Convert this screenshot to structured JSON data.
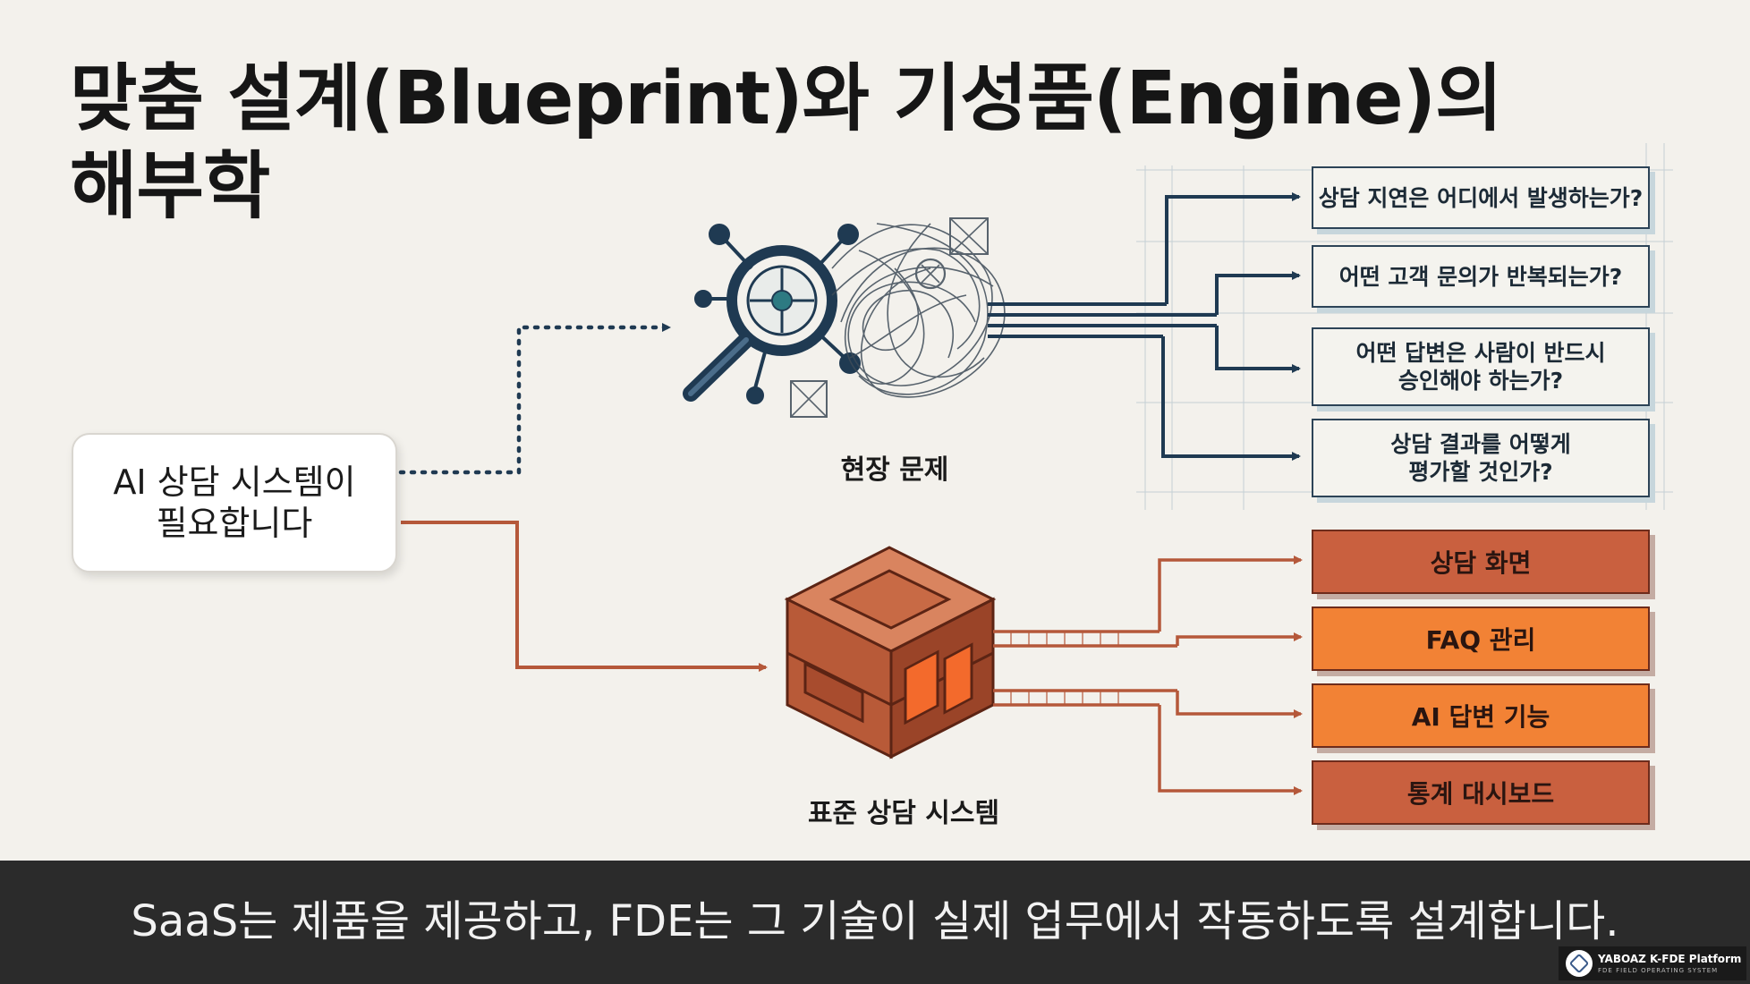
{
  "title": {
    "line1": "맞춤 설계(Blueprint)와 기성품(Engine)의",
    "line2": "해부학"
  },
  "requirement": {
    "line1": "AI 상담 시스템이",
    "line2": "필요합니다"
  },
  "blueprint_label": "현장 문제",
  "engine_label": "표준 상담 시스템",
  "questions": [
    {
      "line1": "상담 지연은 어디에서 발생하는가?",
      "line2": ""
    },
    {
      "line1": "어떤 고객 문의가 반복되는가?",
      "line2": ""
    },
    {
      "line1": "어떤 답변은 사람이 반드시",
      "line2": "승인해야 하는가?"
    },
    {
      "line1": "상담 결과를 어떻게",
      "line2": "평가할 것인가?"
    }
  ],
  "modules": [
    {
      "label": "상담 화면",
      "style": "dark"
    },
    {
      "label": "FAQ 관리",
      "style": "light"
    },
    {
      "label": "AI 답변 기능",
      "style": "light"
    },
    {
      "label": "통계 대시보드",
      "style": "dark"
    }
  ],
  "caption": "SaaS는 제품을 제공하고, FDE는 그 기술이 실제 업무에서 작동하도록 설계합니다.",
  "brand": {
    "name": "YABOAZ K-FDE Platform",
    "subtitle": "FDE FIELD OPERATING SYSTEM"
  },
  "icons": [
    "magnifier-icon",
    "tangled-network-icon",
    "engine-cube-icon",
    "arrow-icon",
    "gear-icon"
  ],
  "colors": {
    "background": "#f3f1ec",
    "blueprint_navy": "#1f3a52",
    "engine_brown": "#b5583a",
    "module_orange": "#f28235",
    "caption_bar": "#2b2b2b"
  }
}
